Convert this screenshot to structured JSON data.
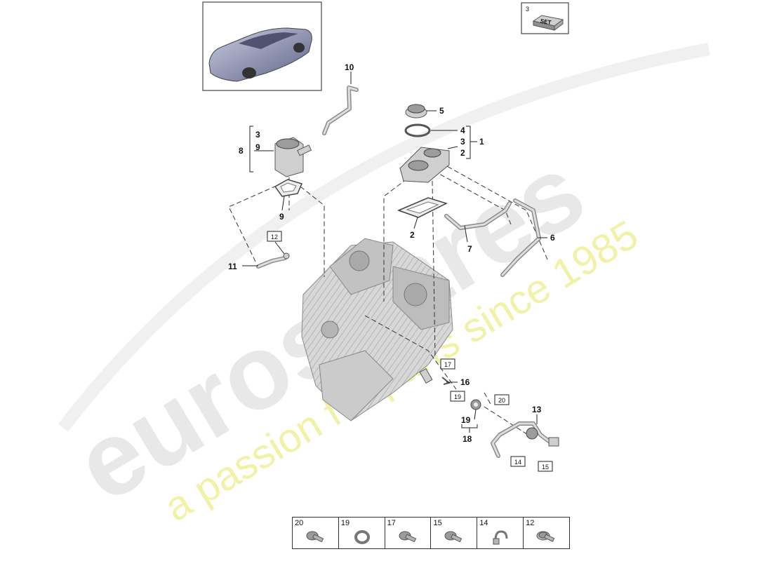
{
  "watermark": {
    "brand": "eurospares",
    "slogan": "a passion for parts since 1985"
  },
  "set_kit": {
    "number": "3",
    "label": "SET"
  },
  "callouts": {
    "c10": "10",
    "c8": "8",
    "c8_3": "3",
    "c8_9": "9",
    "c9_lower": "9",
    "c5": "5",
    "c4": "4",
    "c3": "3",
    "c2": "2",
    "c1": "1",
    "c2_lower": "2",
    "c7": "7",
    "c6": "6",
    "c11": "11",
    "c12": "12",
    "c17": "17",
    "c16": "16",
    "c19_box": "19",
    "c20": "20",
    "c13": "13",
    "c19": "19",
    "c18": "18",
    "c14": "14",
    "c15": "15"
  },
  "hardware_table": [
    {
      "number": "20",
      "icon": "bolt-icon"
    },
    {
      "number": "19",
      "icon": "seal-ring-icon"
    },
    {
      "number": "17",
      "icon": "bolt-icon"
    },
    {
      "number": "15",
      "icon": "bolt-icon"
    },
    {
      "number": "14",
      "icon": "hose-clamp-icon"
    },
    {
      "number": "12",
      "icon": "flange-bolt-icon"
    }
  ]
}
